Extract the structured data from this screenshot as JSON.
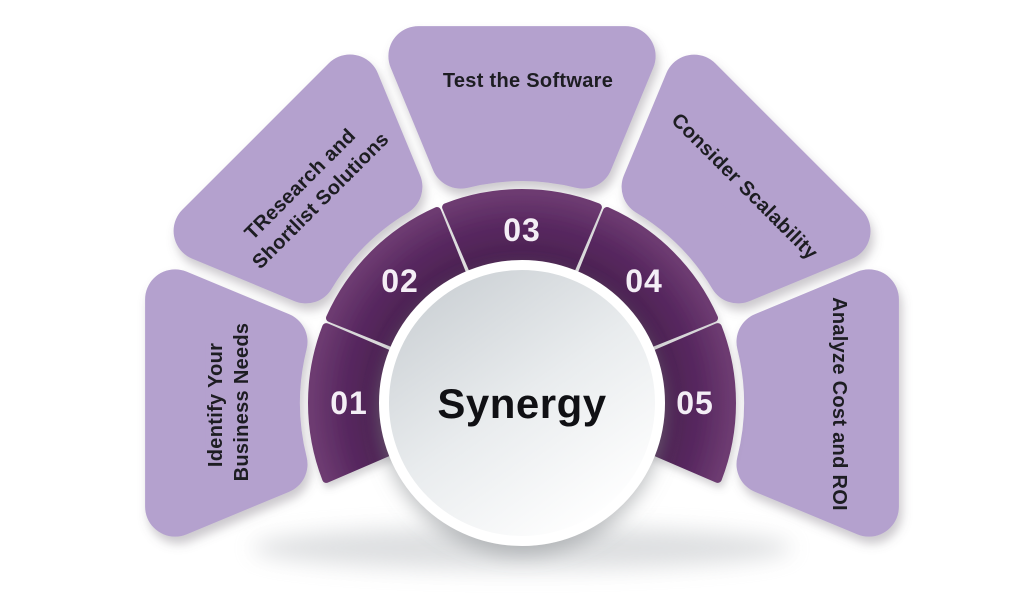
{
  "diagram": {
    "type": "fan-cycle-infographic",
    "center": {
      "title": "Synergy"
    },
    "steps": [
      {
        "number": "01",
        "label": "Identify Your Business Needs",
        "label_lines": [
          "Identify Your",
          "Business Needs"
        ]
      },
      {
        "number": "02",
        "label": "TResearch and Shortlist Solutions",
        "label_lines": [
          "TResearch and",
          "Shortlist Solutions"
        ]
      },
      {
        "number": "03",
        "label": "Test the Software",
        "label_lines": [
          "Test the Software"
        ]
      },
      {
        "number": "04",
        "label": "Consider Scalability",
        "label_lines": [
          "Consider Scalability"
        ]
      },
      {
        "number": "05",
        "label": "Analyze Cost and ROI",
        "label_lines": [
          "Analyze Cost and ROI"
        ]
      }
    ],
    "colors": {
      "background": "#ffffff",
      "petal": "#b4a1ce",
      "ring_inner": "#4a2150",
      "ring_mid": "#592961",
      "ring_outer": "#6d3b71",
      "number_text": "#f4eef6",
      "label_text": "#1d1d22",
      "circle_edge": "#ccd1d5",
      "circle_mid": "#e9ecee",
      "circle_center": "#ffffff",
      "title_text": "#101014",
      "shadow": "#6b6470"
    }
  }
}
